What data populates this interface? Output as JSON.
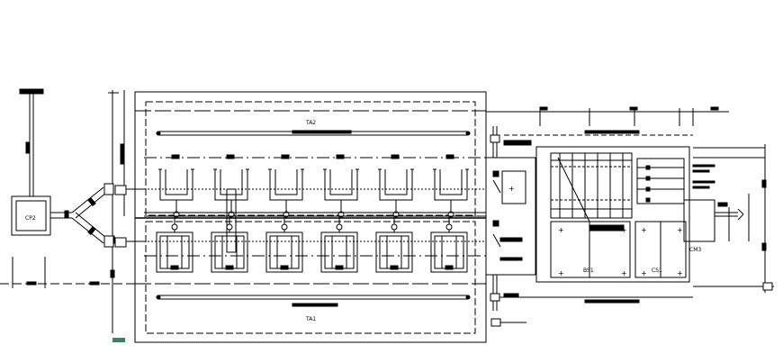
{
  "labels": {
    "cp2": "CP2",
    "ta2": "TA2",
    "ta1": "TA1",
    "bs1": "BS1",
    "cs1": "CS1",
    "cm3": "CM3"
  },
  "colors": {
    "background": "#ffffff",
    "line": "#000000",
    "accent": "#2e8b57"
  },
  "layout_counts": {
    "top_tanks": 6,
    "bottom_tanks": 6
  }
}
